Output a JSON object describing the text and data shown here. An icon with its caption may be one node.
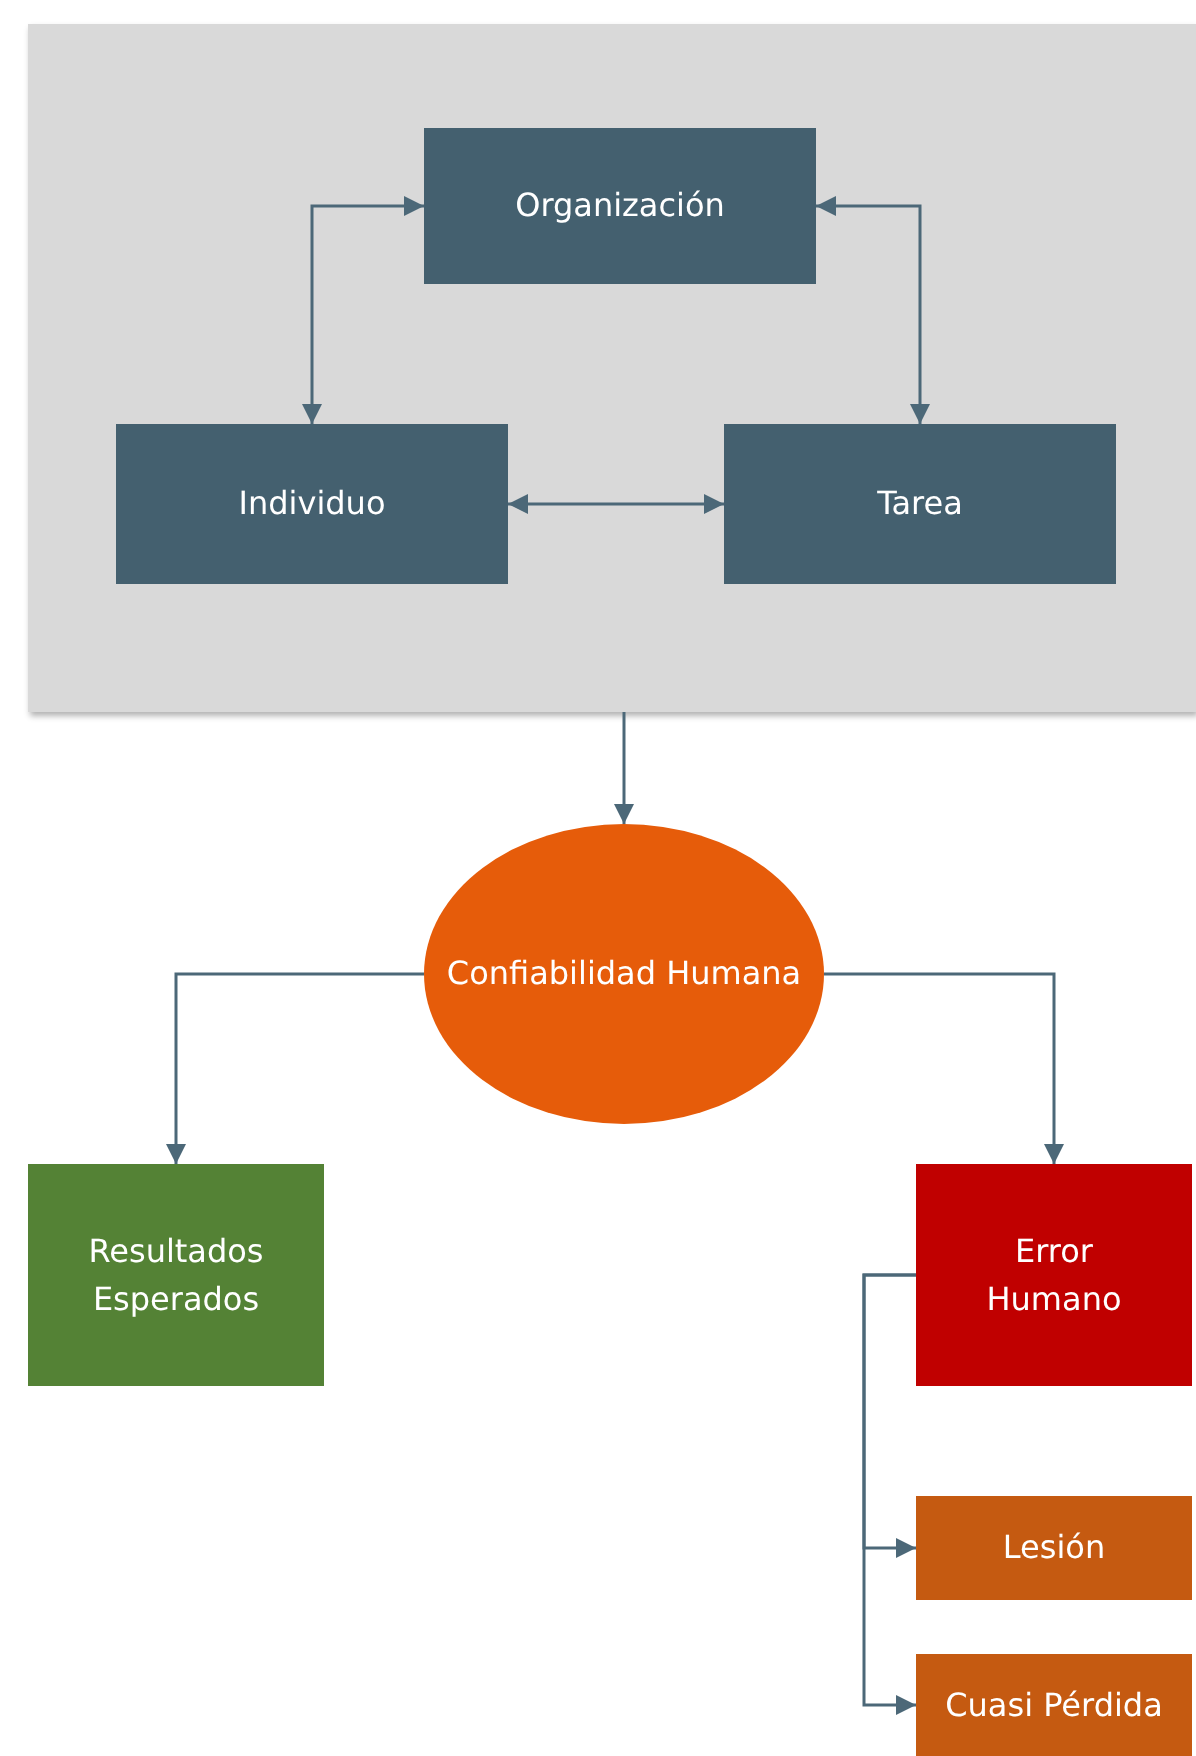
{
  "diagram": {
    "nodes": [
      {
        "text": [],
        "shape": "box"
      },
      {
        "text": [
          "Organización"
        ],
        "in": 0
      },
      {
        "text": [
          "Individuo"
        ],
        "in": 0
      },
      {
        "text": [
          "Tarea"
        ],
        "in": 0
      },
      {
        "text": [
          "Confiabilidad Humana"
        ]
      },
      {
        "text": [
          "Resultados Esperados"
        ]
      },
      {
        "text": [
          "Error Humano"
        ]
      },
      {
        "text": [
          "Lesión"
        ]
      },
      {
        "text": [
          "Cuasi Pérdida"
        ]
      }
    ],
    "edges": [
      {
        "from": 1,
        "to": 2,
        "arrow": "both"
      },
      {
        "from": 1,
        "to": 3,
        "arrow": "both"
      },
      {
        "from": 2,
        "to": 3,
        "arrow": "both"
      },
      {
        "from": 0,
        "to": 4,
        "arrow": "to"
      },
      {
        "from": 4,
        "to": 5,
        "arrow": "to"
      },
      {
        "from": 4,
        "to": 6,
        "arrow": "to"
      },
      {
        "from": 6,
        "to": 7,
        "arrow": "to"
      },
      {
        "from": 6,
        "to": 8,
        "arrow": "to"
      }
    ]
  }
}
